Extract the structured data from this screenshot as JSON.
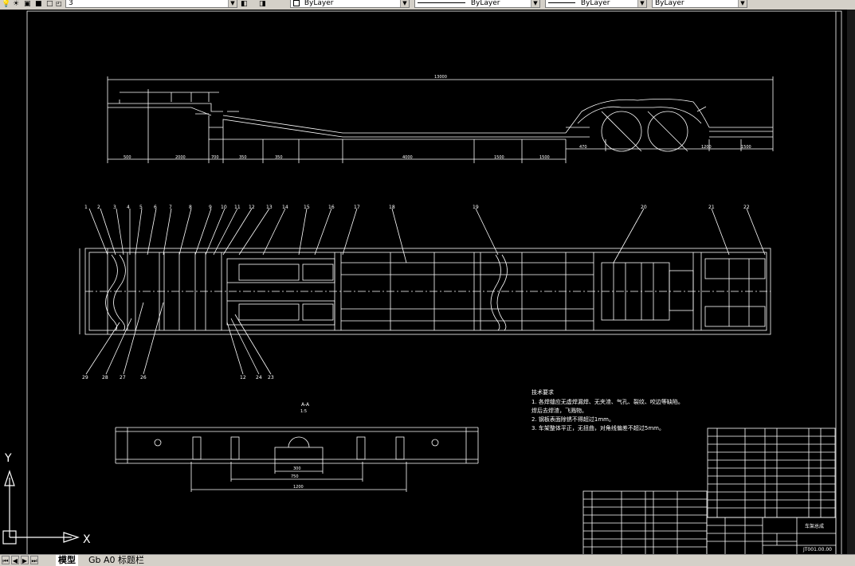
{
  "toolbar": {
    "layer_value": "3",
    "color_value": "ByLayer",
    "linetype_value": "ByLayer",
    "lineweight_value": "ByLayer",
    "plotstyle_value": "ByLayer"
  },
  "colors": {
    "background": "#000000",
    "lines": "#ffffff",
    "toolbar": "#d4d0c8"
  },
  "drawing": {
    "side_view": {
      "overall_dim": "13000",
      "bottom_dims": [
        "500",
        "2000",
        "700",
        "350",
        "350",
        "4000",
        "1500",
        "1500",
        "470",
        "1200",
        "1500"
      ]
    },
    "plan_view": {
      "callouts_top": [
        "1",
        "2",
        "3",
        "4",
        "5",
        "6",
        "7",
        "8",
        "9",
        "10",
        "11",
        "12",
        "13",
        "14",
        "15",
        "16",
        "17",
        "18",
        "19",
        "20",
        "21",
        "22"
      ],
      "callouts_bottom": [
        "29",
        "28",
        "27",
        "26",
        "12",
        "24",
        "23"
      ]
    },
    "section": {
      "title": "A-A",
      "scale": "1:5",
      "dims": [
        "300",
        "750",
        "1200"
      ]
    },
    "technical_requirements": {
      "title": "技术要求",
      "items": [
        "1. 各焊缝应无虚焊漏焊、无夹渣、气孔、裂纹、咬边等缺陷。",
        "   焊后去焊渣，飞溅物。",
        "2. 钢板表面除锈不得超过1mm。",
        "3. 车架整体平正，无扭曲，对角线偏差不超过5mm。"
      ]
    },
    "title_block": {
      "drawing_name": "车架总成",
      "drawing_no": "JT001.00.00"
    }
  },
  "ucs": {
    "x_label": "X",
    "y_label": "Y"
  },
  "tabs": {
    "items": [
      "模型",
      "Gb A0 标题栏"
    ]
  }
}
